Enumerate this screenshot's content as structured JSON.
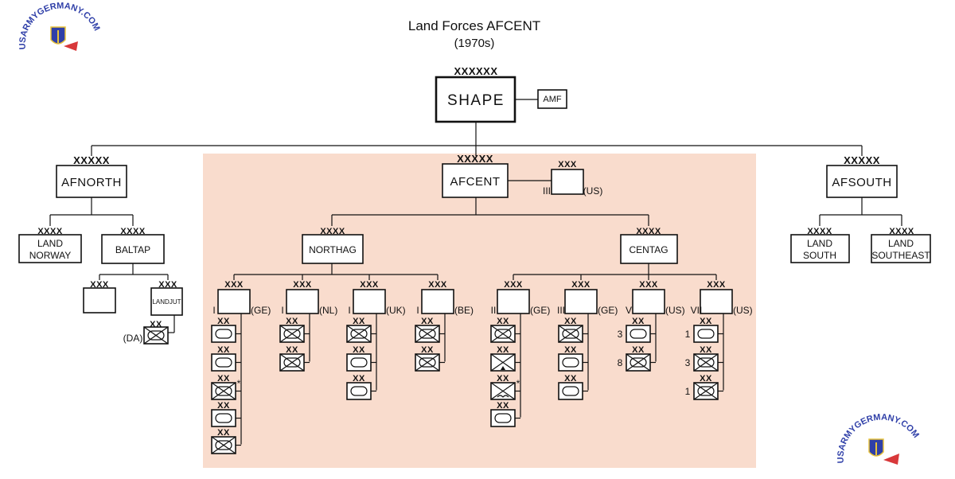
{
  "title": "Land Forces AFCENT",
  "subtitle": "(1970s)",
  "logo_text": "USARMYGERMANY.COM",
  "colors": {
    "highlight": "#f9dccd",
    "line": "#111111",
    "logo": "#2f3fa8"
  },
  "shape": {
    "echelon": "XXXXXX",
    "label": "SHAPE",
    "amf": "AMF"
  },
  "afnorth": {
    "echelon": "XXXXX",
    "label": "AFNORTH",
    "land_norway": {
      "echelon": "XXXX",
      "line1": "LAND",
      "line2": "NORWAY"
    },
    "baltap": {
      "echelon": "XXXX",
      "label": "BALTAP",
      "corps_a": {
        "echelon": "XXX"
      },
      "landjut": {
        "echelon": "XXX",
        "label": "LANDJUT",
        "div_echelon": "XX",
        "div_nation": "(DA)"
      }
    }
  },
  "afcent": {
    "echelon": "XXXXX",
    "label": "AFCENT",
    "us_corps": {
      "echelon": "XXX",
      "roman": "III",
      "nation": "(US)"
    },
    "northag": {
      "echelon": "XXXX",
      "label": "NORTHAG"
    },
    "centag": {
      "echelon": "XXXX",
      "label": "CENTAG"
    }
  },
  "afsouth": {
    "echelon": "XXXXX",
    "label": "AFSOUTH",
    "land_south": {
      "echelon": "XXXX",
      "line1": "LAND",
      "line2": "SOUTH"
    },
    "land_southeast": {
      "echelon": "XXXX",
      "line1": "LAND",
      "line2": "SOUTHEAST"
    }
  },
  "corps": [
    {
      "roman": "I",
      "nation": "(GE)",
      "echelon": "XXX",
      "divs": [
        {
          "type": "armor",
          "echelon": "XX",
          "num": "",
          "mark": ""
        },
        {
          "type": "armor",
          "echelon": "XX",
          "num": "",
          "mark": ""
        },
        {
          "type": "mech",
          "echelon": "XX",
          "num": "",
          "mark": "*"
        },
        {
          "type": "armor",
          "echelon": "XX",
          "num": "",
          "mark": ""
        },
        {
          "type": "mech",
          "echelon": "XX",
          "num": "",
          "mark": ""
        }
      ]
    },
    {
      "roman": "I",
      "nation": "(NL)",
      "echelon": "XXX",
      "divs": [
        {
          "type": "mech",
          "echelon": "XX",
          "num": "",
          "mark": ""
        },
        {
          "type": "mech",
          "echelon": "XX",
          "num": "",
          "mark": ""
        }
      ]
    },
    {
      "roman": "I",
      "nation": "(UK)",
      "echelon": "XXX",
      "divs": [
        {
          "type": "mech",
          "echelon": "XX",
          "num": "",
          "mark": ""
        },
        {
          "type": "armor",
          "echelon": "XX",
          "num": "",
          "mark": ""
        },
        {
          "type": "armor",
          "echelon": "XX",
          "num": "",
          "mark": ""
        }
      ]
    },
    {
      "roman": "I",
      "nation": "(BE)",
      "echelon": "XXX",
      "divs": [
        {
          "type": "mech",
          "echelon": "XX",
          "num": "",
          "mark": ""
        },
        {
          "type": "mech",
          "echelon": "XX",
          "num": "",
          "mark": ""
        }
      ]
    },
    {
      "roman": "II",
      "nation": "(GE)",
      "echelon": "XXX",
      "divs": [
        {
          "type": "mech",
          "echelon": "XX",
          "num": "",
          "mark": ""
        },
        {
          "type": "mountain",
          "echelon": "XX",
          "num": "",
          "mark": ""
        },
        {
          "type": "airborne",
          "echelon": "XX",
          "num": "",
          "mark": "*"
        },
        {
          "type": "armor",
          "echelon": "XX",
          "num": "",
          "mark": ""
        }
      ]
    },
    {
      "roman": "III",
      "nation": "(GE)",
      "echelon": "XXX",
      "divs": [
        {
          "type": "mech",
          "echelon": "XX",
          "num": "",
          "mark": ""
        },
        {
          "type": "armor",
          "echelon": "XX",
          "num": "",
          "mark": ""
        },
        {
          "type": "armor",
          "echelon": "XX",
          "num": "",
          "mark": ""
        }
      ]
    },
    {
      "roman": "V",
      "nation": "(US)",
      "echelon": "XXX",
      "divs": [
        {
          "type": "armor",
          "echelon": "XX",
          "num": "3",
          "mark": ""
        },
        {
          "type": "mech",
          "echelon": "XX",
          "num": "8",
          "mark": ""
        }
      ]
    },
    {
      "roman": "VII",
      "nation": "(US)",
      "echelon": "XXX",
      "divs": [
        {
          "type": "armor",
          "echelon": "XX",
          "num": "1",
          "mark": ""
        },
        {
          "type": "mech",
          "echelon": "XX",
          "num": "3",
          "mark": ""
        },
        {
          "type": "mech",
          "echelon": "XX",
          "num": "1",
          "mark": ""
        }
      ]
    }
  ]
}
